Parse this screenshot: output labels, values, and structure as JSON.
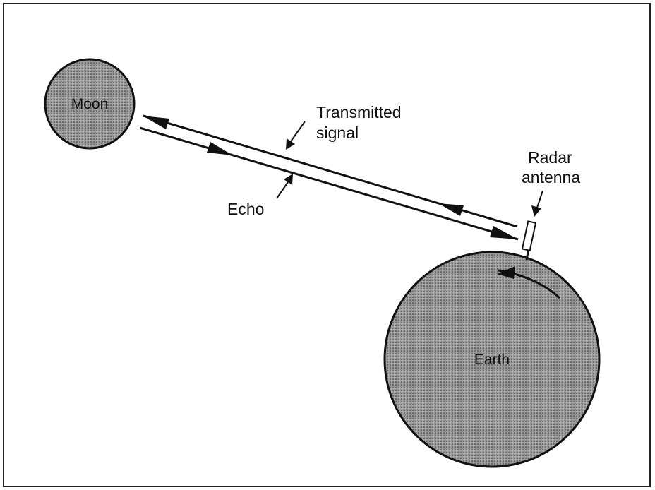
{
  "labels": {
    "moon": "Moon",
    "earth": "Earth",
    "transmitted_line1": "Transmitted",
    "transmitted_line2": "signal",
    "echo": "Echo",
    "radar_line1": "Radar",
    "radar_line2": "antenna"
  },
  "colors": {
    "body_fill": "#8f8f8f",
    "line": "#111111",
    "frame": "#222222"
  }
}
